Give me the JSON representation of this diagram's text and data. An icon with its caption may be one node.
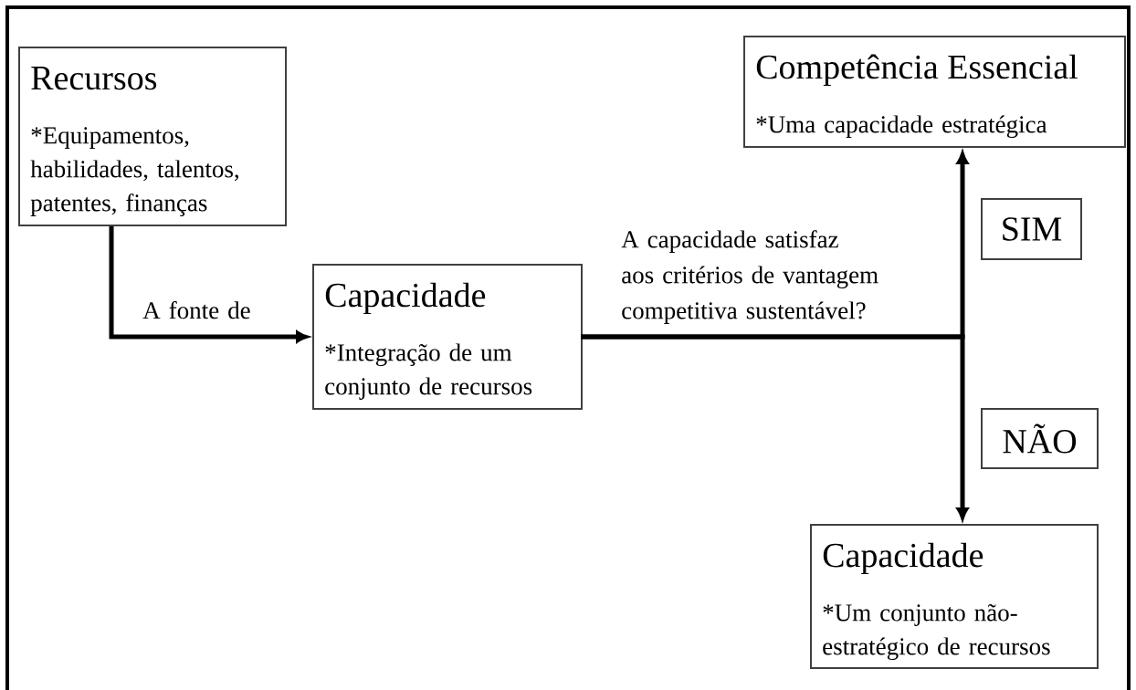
{
  "diagram": {
    "nodes": [
      {
        "text": [
          "Recursos",
          "*Equipamentos, habilidades, talentos, patentes, finanças"
        ]
      },
      {
        "text": [
          "Capacidade",
          "*Integração de um conjunto de recursos"
        ]
      },
      {
        "text": [
          "Competência Essencial",
          "*Uma capacidade estratégica"
        ]
      },
      {
        "text": [
          "SIM"
        ]
      },
      {
        "text": [
          "NÃO"
        ]
      },
      {
        "text": [
          "Capacidade",
          "*Um conjunto não-estratégico de recursos"
        ]
      }
    ],
    "edges": [
      {
        "from": 0,
        "to": 1,
        "arrow": "to",
        "label": "A fonte de"
      },
      {
        "from": 1,
        "to": 2,
        "arrow": "to",
        "label": "A capacidade satisfaz aos critérios de vantagem competitiva sustentável?"
      },
      {
        "from": 1,
        "to": 5,
        "arrow": "to"
      }
    ]
  }
}
